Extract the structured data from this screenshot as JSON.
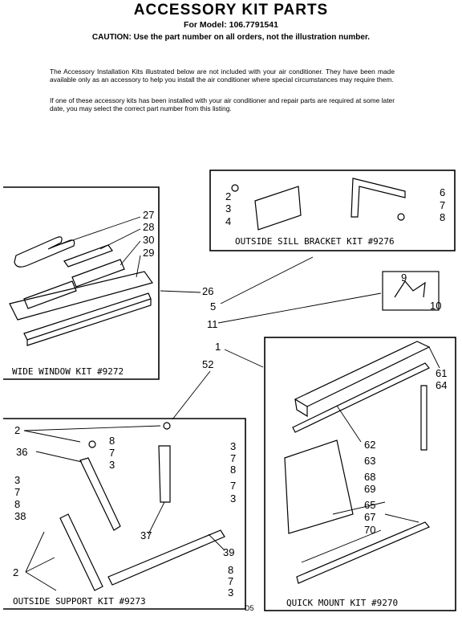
{
  "header": {
    "title": "ACCESSORY KIT PARTS",
    "model": "For Model: 106.7791541",
    "caution": "CAUTION: Use the part number on all orders, not the illustration number."
  },
  "intro": {
    "p1": "The Accessory Installation Kits illustrated below are not included with your air conditioner. They have been made available only as an accessory to help you install the air conditioner where special circumstances may require them.",
    "p2": "If one of these accessory kits has been installed with your air conditioner and repair parts are required at some later date, you may select the correct part number from this listing."
  },
  "kits": {
    "wide_window": "WIDE WINDOW KIT #9272",
    "sill_bracket": "OUTSIDE SILL BRACKET KIT #9276",
    "support": "OUTSIDE SUPPORT KIT #9273",
    "quick_mount": "QUICK MOUNT KIT #9270"
  },
  "numbers": {
    "n27": "27",
    "n28": "28",
    "n30": "30",
    "n29": "29",
    "n26": "26",
    "n2a": "2",
    "n3a": "3",
    "n4": "4",
    "n6": "6",
    "n7a": "7",
    "n8a": "8",
    "n5": "5",
    "n9": "9",
    "n10": "10",
    "n11": "11",
    "n1": "1",
    "n52": "52",
    "n61": "61",
    "n64": "64",
    "n62": "62",
    "n63": "63",
    "n68": "68",
    "n69": "69",
    "n65": "65",
    "n67": "67",
    "n70": "70",
    "n2b": "2",
    "n36": "36",
    "n8b": "8",
    "n7b": "7",
    "n3b": "3",
    "n3c": "3",
    "n7c": "7",
    "n8c": "8",
    "n38": "38",
    "n3d": "3",
    "n7d": "7",
    "n8d": "8",
    "n7e": "7",
    "n3e": "3",
    "n37": "37",
    "n39": "39",
    "n2c": "2",
    "n8e": "8",
    "n7f": "7",
    "n3f": "3"
  },
  "footer": "D5"
}
